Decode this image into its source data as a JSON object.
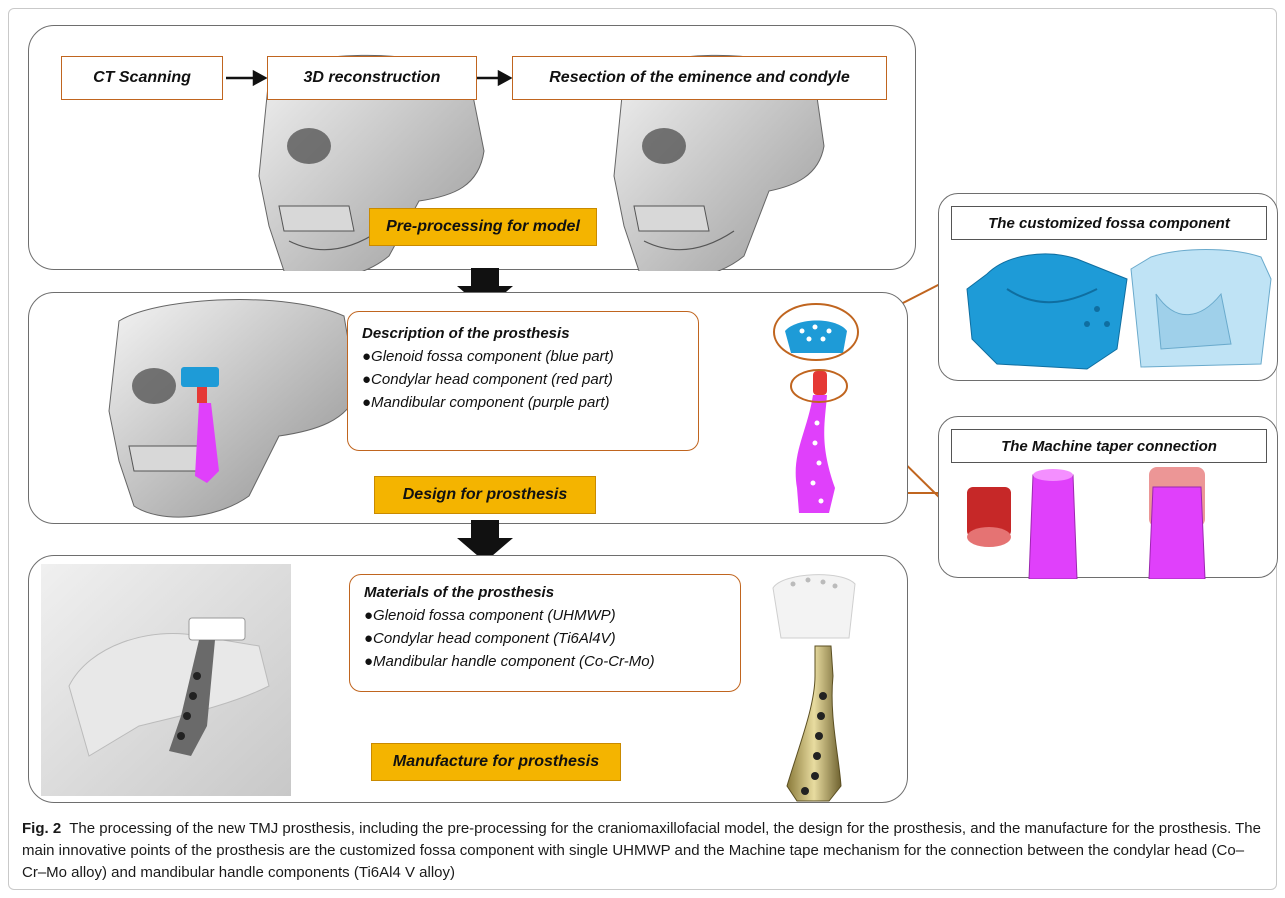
{
  "flow": {
    "steps": [
      "CT Scanning",
      "3D reconstruction",
      "Resection of the eminence and condyle"
    ],
    "stage_labels": [
      "Pre-processing for model",
      "Design for prosthesis",
      "Manufacture for prosthesis"
    ]
  },
  "design": {
    "title": "Description of the prosthesis",
    "items": [
      "●Glenoid fossa component (blue part)",
      "●Condylar head component (red part)",
      "●Mandibular component (purple part)"
    ]
  },
  "materials": {
    "title": "Materials of the prosthesis",
    "items": [
      "●Glenoid fossa component (UHMWP)",
      "●Condylar head component (Ti6Al4V)",
      "●Mandibular handle component (Co-Cr-Mo)"
    ]
  },
  "side": {
    "fossa_title": "The customized fossa component",
    "taper_title": "The Machine taper connection"
  },
  "caption": {
    "fig_label": "Fig. 2",
    "text": "The processing of the new TMJ prosthesis, including the pre-processing for the craniomaxillofacial model, the design for the prosthesis, and the manufacture for the prosthesis. The main innovative points of the prosthesis are the customized fossa component with single UHMWP and the Machine tape mechanism for the connection between the condylar head (Co–Cr–Mo alloy) and mandibular handle components (Ti6Al4 V alloy)"
  },
  "colors": {
    "outline": "#c0651f",
    "stage_fill": "#f4b400",
    "fossa_blue": "#1e9bd7",
    "condyle_red": "#e53935",
    "mandibular_purple": "#e040fb"
  }
}
